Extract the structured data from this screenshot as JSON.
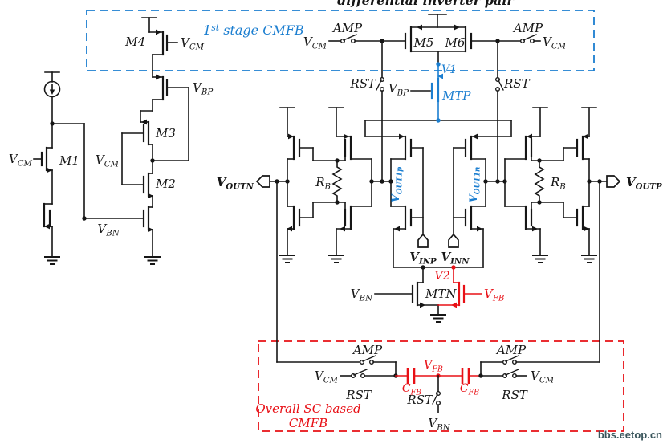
{
  "figure": {
    "kind": "analog circuit schematic",
    "title_partial": "differential inverter pair"
  },
  "colors": {
    "ink": "#161616",
    "blue": "#1b7ed0",
    "red": "#e81016",
    "watermark": "#3a565c",
    "background": "#ffffff"
  },
  "labels": {
    "title": "differential inverter pair",
    "stage1_cmfb": "1^{st} stage CMFB",
    "overall_cmfb_1": "Overall SC based",
    "overall_cmfb_2": "CMFB",
    "watermark": "bbs.eetop.cn",
    "m1": "M1",
    "m2": "M2",
    "m3": "M3",
    "m4": "M4",
    "m5": "M5",
    "m6": "M6",
    "mtp": "MTP",
    "mtn": "MTN",
    "vcm": "V_{CM}",
    "vbp": "V_{BP}",
    "vbn": "V_{BN}",
    "vfb": "V_{FB}",
    "v1": "V1",
    "v2": "V2",
    "amp": "AMP",
    "rst": "RST",
    "rb": "R_{B}",
    "cfb": "C_{FB}",
    "voutn": "V_{OUTN}",
    "voutp": "V_{OUTP}",
    "vinp": "V_{INP}",
    "vinn": "V_{INN}",
    "vout1p": "V_{OUT1p}",
    "vout1n": "V_{OUT1n}"
  }
}
